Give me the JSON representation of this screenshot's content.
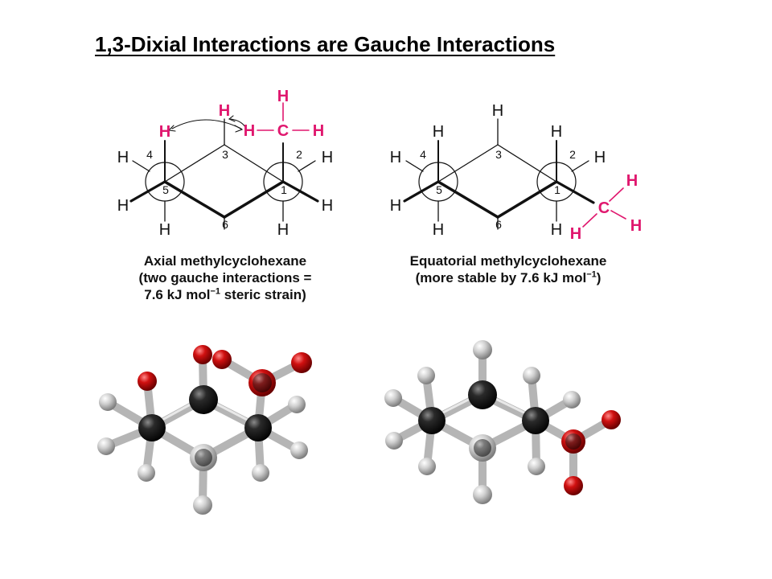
{
  "title": "1,3-Dixial Interactions are Gauche Interactions",
  "colors": {
    "highlight": "#e0176e",
    "bond": "#111111",
    "carbon_ball": "#151515",
    "hydrogen_ball": "#c9c9c9",
    "methyl_hydrogen_ball": "#cc1010"
  },
  "axial": {
    "caption_line1": "Axial methylcyclohexane",
    "caption_line2": "(two gauche interactions =",
    "caption_line3_pre": "7.6 kJ mol",
    "caption_line3_sup": "−1",
    "caption_line3_post": " steric strain)",
    "atom_H": "H",
    "atom_C": "C",
    "ring_numbers": [
      "4",
      "3",
      "2",
      "5",
      "1",
      "6"
    ]
  },
  "equatorial": {
    "caption_line1": "Equatorial methylcyclohexane",
    "caption_line2_pre": "(more stable by 7.6 kJ mol",
    "caption_line2_sup": "−1",
    "caption_line2_post": ")",
    "atom_H": "H",
    "atom_C": "C",
    "ring_numbers": [
      "4",
      "3",
      "2",
      "5",
      "1",
      "6"
    ]
  }
}
